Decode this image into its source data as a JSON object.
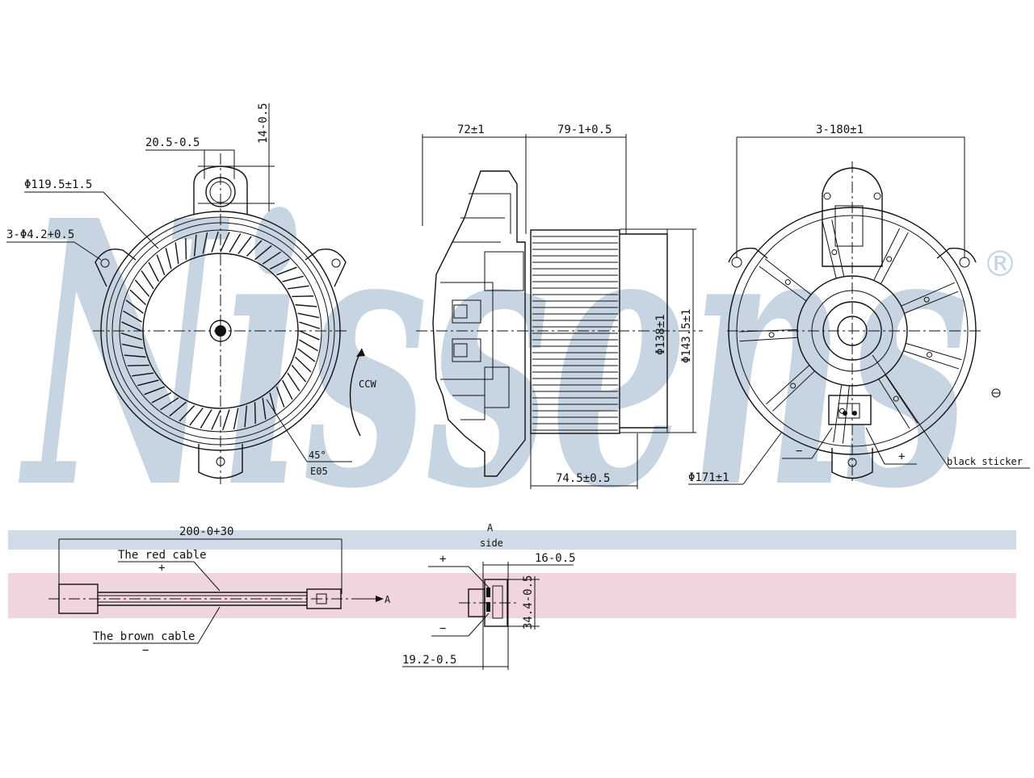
{
  "watermark": {
    "brand": "Nissens",
    "registered": "®",
    "band_blue": "#cfdbe6",
    "band_pink": "#f0d5dd",
    "letter_color": "#c7d5e2"
  },
  "front_view": {
    "dim_width_top": "20.5-0.5",
    "dim_height_top": "14-0.5",
    "dim_diameter": "Φ119.5±1.5",
    "dim_holes": "3-Φ4.2+0.5",
    "rotation_label": "CCW",
    "angle_label": "45°",
    "ref_label": "E05"
  },
  "side_view": {
    "dim_left": "72±1",
    "dim_right": "79-1+0.5",
    "dim_inner_dia": "Φ138±1",
    "dim_outer_dia": "Φ143.5±1",
    "dim_bottom": "74.5±0.5"
  },
  "rear_view": {
    "dim_top": "3-180±1",
    "dim_diameter": "Φ171±1",
    "sticker_label": "black sticker",
    "minus_label": "−",
    "plus_label": "+"
  },
  "cable_view": {
    "length": "200-0+30",
    "red_cable": "The red cable",
    "brown_cable": "The brown cable",
    "plus_label": "+",
    "minus_label": "−",
    "arrow_label": "A"
  },
  "connector_view": {
    "title_a": "A",
    "title_side": "side",
    "dim_width": "16-0.5",
    "dim_height": "34.4-0.5",
    "dim_bottom": "19.2-0.5",
    "plus_label": "+",
    "minus_label": "−"
  }
}
